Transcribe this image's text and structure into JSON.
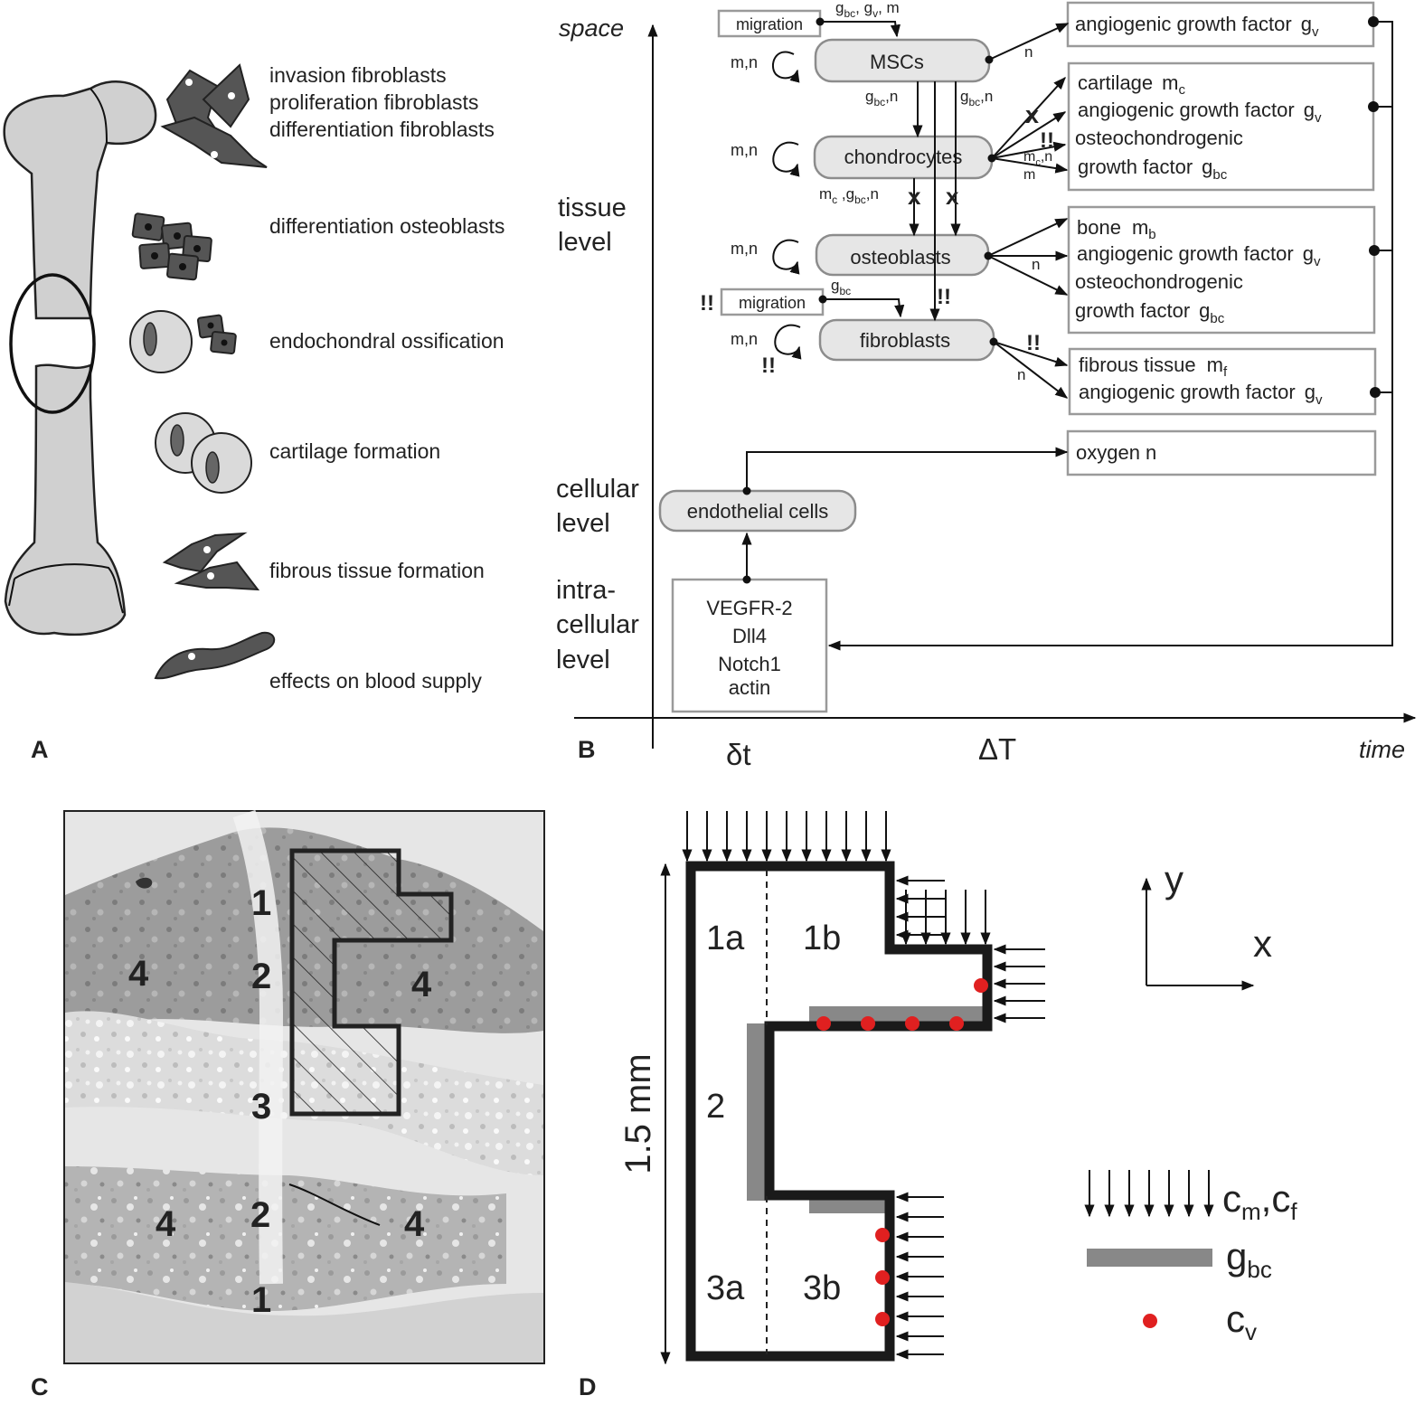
{
  "panel_labels": {
    "a": "A",
    "b": "B",
    "c": "C",
    "d": "D"
  },
  "panel_a": {
    "processes": [
      "invasion fibroblasts",
      "proliferation fibroblasts",
      "differentiation fibroblasts",
      "differentiation osteoblasts",
      "endochondral ossification",
      "cartilage formation",
      "fibrous tissue formation",
      "effects on blood supply"
    ]
  },
  "panel_b": {
    "axes": {
      "y_title": "space",
      "x_title": "time",
      "levels": {
        "tissue": [
          "tissue",
          "level"
        ],
        "cellular": [
          "cellular",
          "level"
        ],
        "intracellular": [
          "intra-",
          "cellular",
          "level"
        ]
      },
      "ticks": {
        "small": "δt",
        "large": "ΔT"
      }
    },
    "cells": {
      "mscs": "MSCs",
      "chondrocytes": "chondrocytes",
      "osteoblasts": "osteoblasts",
      "fibroblasts": "fibroblasts",
      "endothelial": "endothelial cells"
    },
    "migration": "migration",
    "mn": "m,n",
    "n": "n",
    "m": "m",
    "x_mark": "x",
    "double_bang": "!!",
    "outputs": {
      "box1": {
        "main": "angiogenic growth factor",
        "sym": "g",
        "sub": "v"
      },
      "box2": {
        "cart": "cartilage",
        "cart_sym": "m",
        "cart_sub": "c",
        "agf": "angiogenic growth factor",
        "agf_sym": "g",
        "agf_sub": "v",
        "oc1": "osteochondrogenic",
        "oc2": "growth factor",
        "oc_sym": "g",
        "oc_sub": "bc"
      },
      "box3": {
        "bone": "bone",
        "bone_sym": "m",
        "bone_sub": "b",
        "agf": "angiogenic growth factor",
        "agf_sym": "g",
        "agf_sub": "v",
        "oc1": "osteochondrogenic",
        "oc2": "growth factor",
        "oc_sym": "g",
        "oc_sub": "bc"
      },
      "box4": {
        "fib": "fibrous tissue",
        "fib_sym": "m",
        "fib_sub": "f",
        "agf": "angiogenic growth factor",
        "agf_sym": "g",
        "agf_sub": "v"
      },
      "box5": "oxygen   n"
    },
    "intracellular": [
      "VEGFR-2",
      "Dll4",
      "Notch1",
      "actin"
    ]
  },
  "panel_c": {
    "regions": [
      "1",
      "2",
      "3",
      "4"
    ]
  },
  "panel_d": {
    "regions": {
      "r1a": "1a",
      "r1b": "1b",
      "r2": "2",
      "r3a": "3a",
      "r3b": "3b"
    },
    "dimension": "1.5 mm",
    "axes": {
      "y": "y",
      "x": "x"
    },
    "legend": {
      "c_m_sym": "c",
      "c_m_sub": "m",
      "c_f_sym": "c",
      "c_f_sub": "f",
      "g_sym": "g",
      "g_sub": "bc",
      "v_sym": "c",
      "v_sub": "v"
    },
    "colors": {
      "cv_dot": "#e02020",
      "gbc_band": "#888888",
      "outline": "#1a1a1a"
    }
  }
}
